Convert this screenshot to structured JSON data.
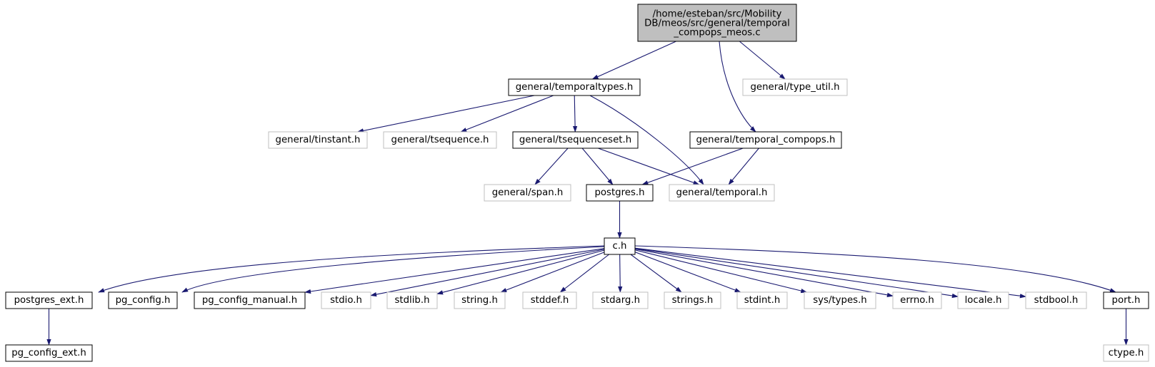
{
  "colors": {
    "edge": "#191970",
    "node_border_documented": "#000000",
    "node_border_undocumented": "#bfbfbf",
    "root_fill": "#bfbfbf",
    "node_fill": "#ffffff"
  },
  "root": {
    "id": "root",
    "lines": [
      "/home/esteban/src/Mobility",
      "DB/meos/src/general/temporal",
      "_compops_meos.c"
    ]
  },
  "nodes": [
    {
      "id": "temporaltypes",
      "label": "general/temporaltypes.h",
      "style": "documented"
    },
    {
      "id": "type_util",
      "label": "general/type_util.h",
      "style": "undocumented"
    },
    {
      "id": "tinstant",
      "label": "general/tinstant.h",
      "style": "undocumented"
    },
    {
      "id": "tsequence",
      "label": "general/tsequence.h",
      "style": "undocumented"
    },
    {
      "id": "tsequenceset",
      "label": "general/tsequenceset.h",
      "style": "documented"
    },
    {
      "id": "temporal_compops",
      "label": "general/temporal_compops.h",
      "style": "documented"
    },
    {
      "id": "span",
      "label": "general/span.h",
      "style": "undocumented"
    },
    {
      "id": "postgres",
      "label": "postgres.h",
      "style": "documented"
    },
    {
      "id": "temporal",
      "label": "general/temporal.h",
      "style": "undocumented"
    },
    {
      "id": "c",
      "label": "c.h",
      "style": "documented"
    },
    {
      "id": "postgres_ext",
      "label": "postgres_ext.h",
      "style": "documented"
    },
    {
      "id": "pg_config",
      "label": "pg_config.h",
      "style": "documented"
    },
    {
      "id": "pg_config_manual",
      "label": "pg_config_manual.h",
      "style": "documented"
    },
    {
      "id": "stdio",
      "label": "stdio.h",
      "style": "undocumented"
    },
    {
      "id": "stdlib",
      "label": "stdlib.h",
      "style": "undocumented"
    },
    {
      "id": "string",
      "label": "string.h",
      "style": "undocumented"
    },
    {
      "id": "stddef",
      "label": "stddef.h",
      "style": "undocumented"
    },
    {
      "id": "stdarg",
      "label": "stdarg.h",
      "style": "undocumented"
    },
    {
      "id": "strings",
      "label": "strings.h",
      "style": "undocumented"
    },
    {
      "id": "stdint",
      "label": "stdint.h",
      "style": "undocumented"
    },
    {
      "id": "sys_types",
      "label": "sys/types.h",
      "style": "undocumented"
    },
    {
      "id": "errno",
      "label": "errno.h",
      "style": "undocumented"
    },
    {
      "id": "locale",
      "label": "locale.h",
      "style": "undocumented"
    },
    {
      "id": "stdbool",
      "label": "stdbool.h",
      "style": "undocumented"
    },
    {
      "id": "port",
      "label": "port.h",
      "style": "documented"
    },
    {
      "id": "pg_config_ext",
      "label": "pg_config_ext.h",
      "style": "documented"
    },
    {
      "id": "ctype",
      "label": "ctype.h",
      "style": "undocumented"
    }
  ],
  "edges": [
    [
      "root",
      "temporaltypes"
    ],
    [
      "root",
      "temporal_compops"
    ],
    [
      "root",
      "type_util"
    ],
    [
      "temporaltypes",
      "tinstant"
    ],
    [
      "temporaltypes",
      "tsequence"
    ],
    [
      "temporaltypes",
      "tsequenceset"
    ],
    [
      "temporaltypes",
      "temporal"
    ],
    [
      "tsequenceset",
      "span"
    ],
    [
      "tsequenceset",
      "postgres"
    ],
    [
      "tsequenceset",
      "temporal"
    ],
    [
      "temporal_compops",
      "postgres"
    ],
    [
      "temporal_compops",
      "temporal"
    ],
    [
      "postgres",
      "c"
    ],
    [
      "c",
      "postgres_ext"
    ],
    [
      "c",
      "pg_config"
    ],
    [
      "c",
      "pg_config_manual"
    ],
    [
      "c",
      "stdio"
    ],
    [
      "c",
      "stdlib"
    ],
    [
      "c",
      "string"
    ],
    [
      "c",
      "stddef"
    ],
    [
      "c",
      "stdarg"
    ],
    [
      "c",
      "strings"
    ],
    [
      "c",
      "stdint"
    ],
    [
      "c",
      "sys_types"
    ],
    [
      "c",
      "errno"
    ],
    [
      "c",
      "locale"
    ],
    [
      "c",
      "stdbool"
    ],
    [
      "c",
      "port"
    ],
    [
      "postgres_ext",
      "pg_config_ext"
    ],
    [
      "port",
      "ctype"
    ]
  ]
}
